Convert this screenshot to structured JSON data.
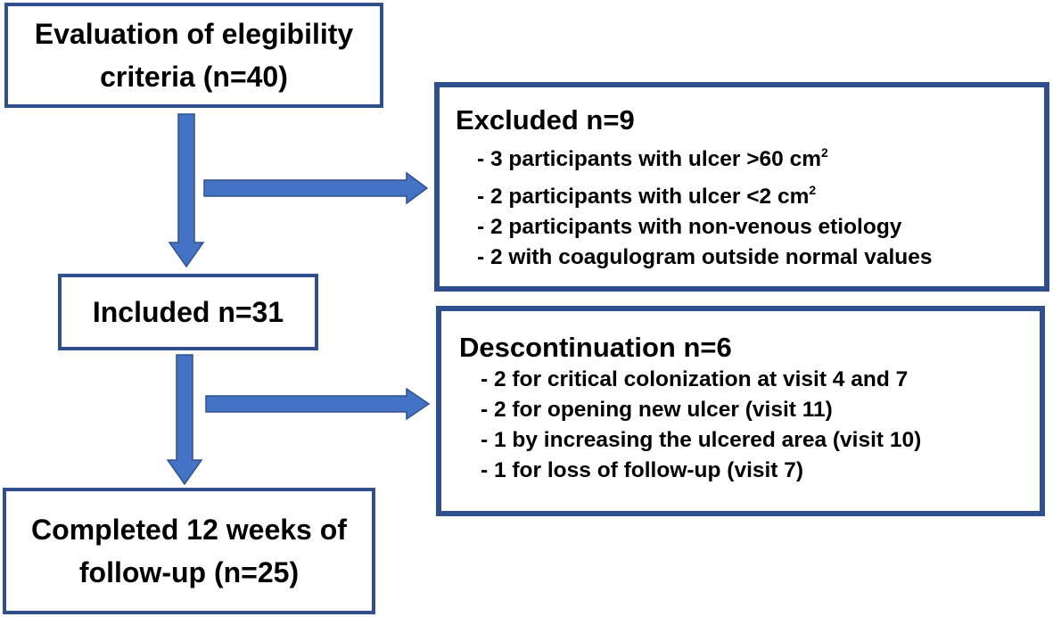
{
  "boxes": {
    "eligibility": {
      "line1": "Evaluation of elegibility",
      "line2": "criteria (n=40)"
    },
    "excluded": {
      "title": "Excluded n=9",
      "items": [
        {
          "text": "- 3 participants with ulcer >60 cm",
          "sup": "2"
        },
        {
          "text": "- 2 participants with ulcer <2 cm",
          "sup": "2"
        },
        {
          "text": "- 2 participants with non-venous etiology",
          "sup": ""
        },
        {
          "text": "- 2 with coagulogram outside normal values",
          "sup": ""
        }
      ]
    },
    "included": {
      "label": "Included n=31"
    },
    "discontinuation": {
      "title": "Descontinuation n=6",
      "items": [
        {
          "text": "- 2 for critical colonization at visit 4 and 7"
        },
        {
          "text": "- 2 for opening new ulcer (visit 11)"
        },
        {
          "text": "- 1 by increasing the ulcered area (visit 10)"
        },
        {
          "text": "- 1 for loss of follow-up (visit 7)"
        }
      ]
    },
    "completed": {
      "line1": "Completed 12 weeks of",
      "line2": "follow-up (n=25)"
    }
  },
  "colors": {
    "box_border": "#2f4f8f",
    "arrow_fill": "#4472c4",
    "arrow_stroke": "#2f528f"
  }
}
